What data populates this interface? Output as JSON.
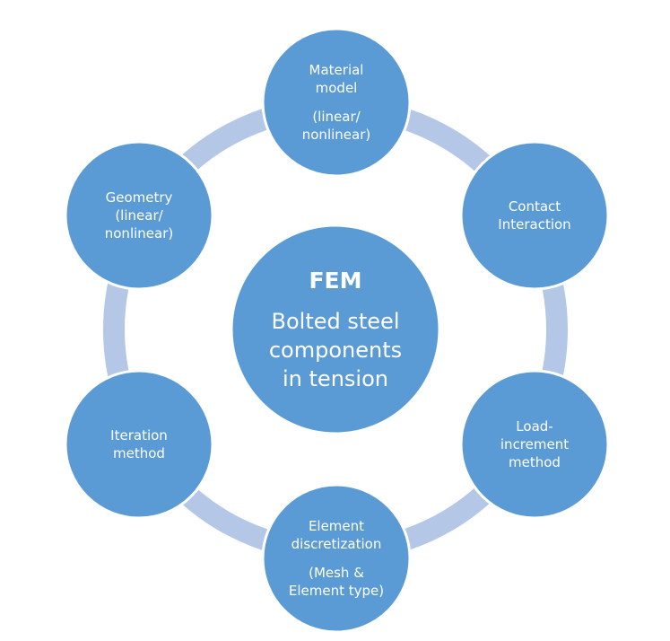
{
  "colors": {
    "node_fill": "#5b9bd5",
    "node_stroke": "#ffffff",
    "ring": "#b4c7e7",
    "text": "#ffffff"
  },
  "center": {
    "title": "FEM",
    "subtitle_lines": [
      "Bolted steel",
      "components",
      "in tension"
    ]
  },
  "nodes": [
    {
      "id": "material-model",
      "lines": [
        "Material",
        "model",
        "",
        "(linear/",
        "nonlinear)"
      ]
    },
    {
      "id": "contact-interaction",
      "lines": [
        "Contact",
        "Interaction"
      ]
    },
    {
      "id": "load-increment-method",
      "lines": [
        "Load-",
        "increment",
        "method"
      ]
    },
    {
      "id": "element-discretization",
      "lines": [
        "Element",
        "discretization",
        "",
        "(Mesh &",
        "Element type)"
      ]
    },
    {
      "id": "iteration-method",
      "lines": [
        "Iteration",
        "method"
      ]
    },
    {
      "id": "geometry",
      "lines": [
        "Geometry",
        "(linear/",
        "nonlinear)"
      ]
    }
  ]
}
